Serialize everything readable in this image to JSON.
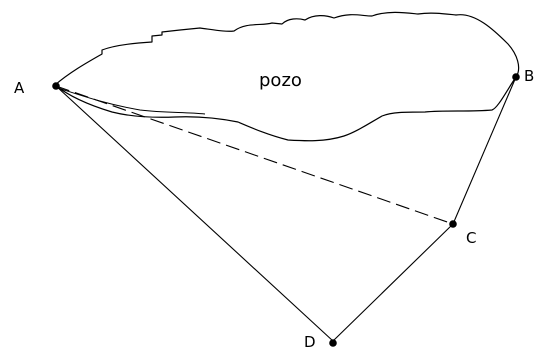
{
  "diagram": {
    "region_label": "pozo",
    "points": [
      {
        "id": "A",
        "label": "A"
      },
      {
        "id": "B",
        "label": "B"
      },
      {
        "id": "C",
        "label": "C"
      },
      {
        "id": "D",
        "label": "D"
      }
    ],
    "solid_segments": [
      [
        "A",
        "D"
      ],
      [
        "D",
        "C"
      ],
      [
        "C",
        "B"
      ]
    ],
    "dashed_segments": [
      [
        "A",
        "C"
      ]
    ],
    "colors": {
      "stroke": "#000000",
      "background": "#ffffff"
    }
  }
}
